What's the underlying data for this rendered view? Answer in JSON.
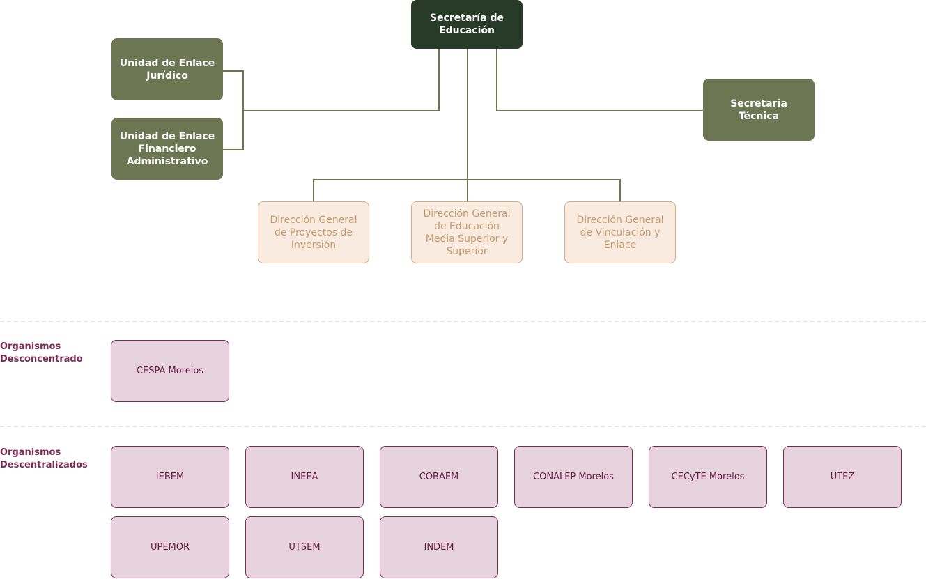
{
  "top": {
    "label": "Secretaría de\nEducación"
  },
  "units": {
    "juridico": "Unidad de Enlace\nJurídico",
    "financiero": "Unidad de Enlace\nFinanciero\nAdministrativo",
    "tecnica": "Secretaria\nTécnica"
  },
  "directions": [
    "Dirección General\nde Proyectos de\nInversión",
    "Dirección General\nde Educación\nMedia Superior y\nSuperior",
    "Dirección General\nde Vinculación y\nEnlace"
  ],
  "desconcentrados": {
    "label": "Organismos\nDesconcentrado",
    "items": [
      "CESPA Morelos"
    ]
  },
  "descentralizados": {
    "label": "Organismos\nDescentralizados",
    "items": [
      "IEBEM",
      "INEEA",
      "COBAEM",
      "CONALEP Morelos",
      "CECyTE Morelos",
      "UTEZ",
      "UPEMOR",
      "UTSEM",
      "INDEM"
    ]
  },
  "colors": {
    "top": "#283a28",
    "unit": "#6d7653",
    "direction_text": "#c4996b",
    "direction_fill": "#f9ebe0",
    "org_fill": "#e6d3dd",
    "org_text": "#6b1f45"
  }
}
